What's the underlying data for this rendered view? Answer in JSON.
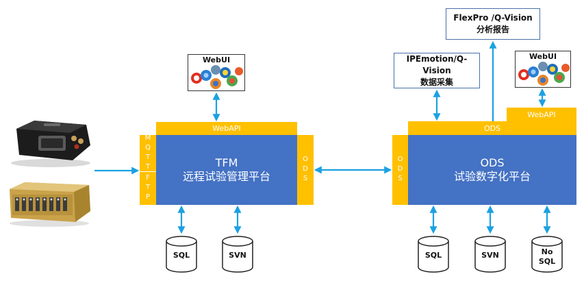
{
  "tfm": {
    "title": "TFM",
    "subtitle": "远程试验管理平台",
    "webapi_label": "WebAPI",
    "left_tab_top": "MQTT",
    "left_tab_bottom": "FTP",
    "right_tab": "ODS"
  },
  "ods": {
    "title": "ODS",
    "subtitle": "试验数字化平台",
    "ods_bar_label": "ODS",
    "webapi_label": "WebAPI",
    "left_tab": "ODS"
  },
  "webui_label": "WebUI",
  "flexpro": {
    "line1": "FlexPro /Q-Vision",
    "line2": "分析报告"
  },
  "ipemotion": {
    "line1": "IPEmotion/Q-Vision",
    "line2": "数据采集"
  },
  "databases": {
    "tfm_sql": "SQL",
    "tfm_svn": "SVN",
    "ods_sql": "SQL",
    "ods_svn": "SVN",
    "ods_nosql_1": "No",
    "ods_nosql_2": "SQL"
  },
  "colors": {
    "platform_blue": "#4472c4",
    "api_gold": "#ffc000",
    "arrow_blue": "#1ba1e2"
  }
}
